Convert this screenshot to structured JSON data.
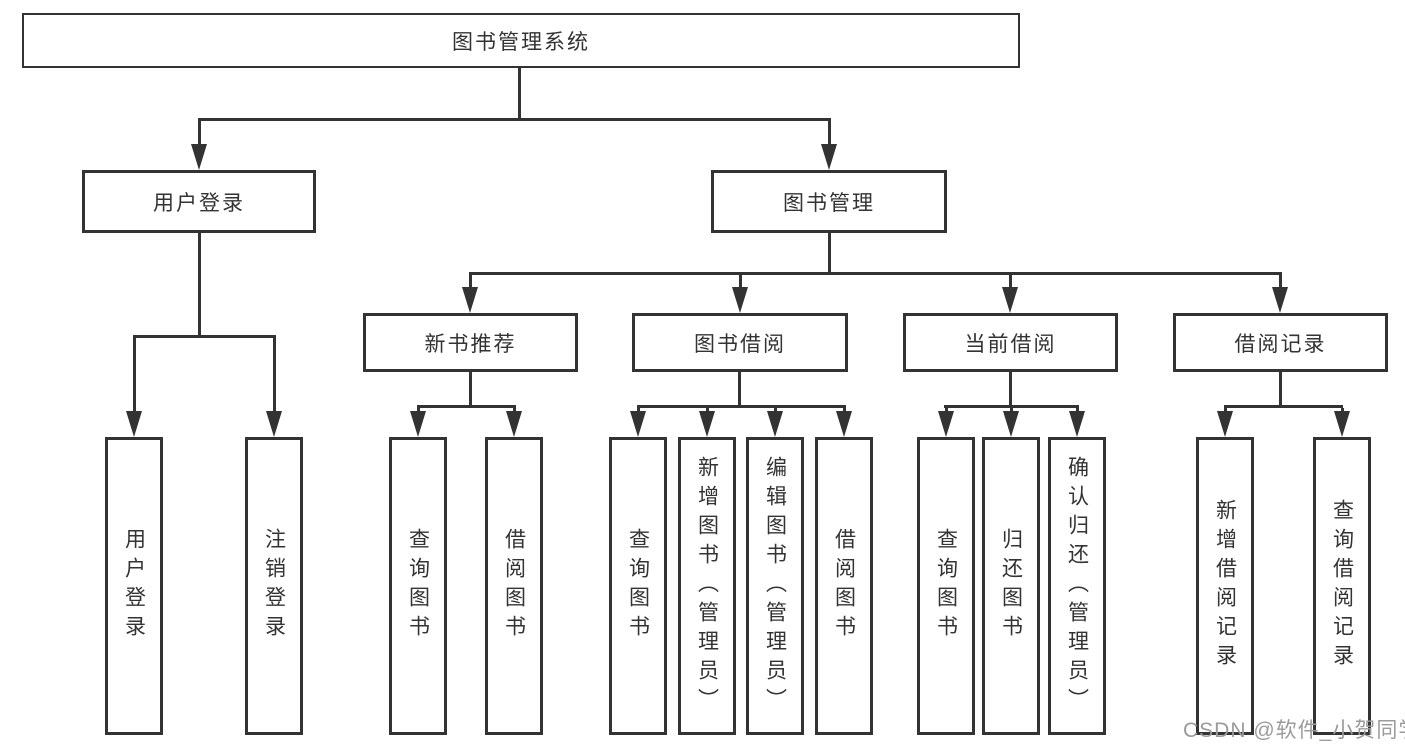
{
  "diagram": {
    "root": {
      "label": "图书管理系统"
    },
    "branches": [
      {
        "label": "用户登录",
        "leaves": [
          "用户登录",
          "注销登录"
        ]
      },
      {
        "label": "图书管理",
        "sections": [
          {
            "label": "新书推荐",
            "leaves": [
              "查询图书",
              "借阅图书"
            ]
          },
          {
            "label": "图书借阅",
            "leaves": [
              "查询图书",
              "新增图书（管理员）",
              "编辑图书（管理员）",
              "借阅图书"
            ]
          },
          {
            "label": "当前借阅",
            "leaves": [
              "查询图书",
              "归还图书",
              "确认归还（管理员）"
            ]
          },
          {
            "label": "借阅记录",
            "leaves": [
              "新增借阅记录",
              "查询借阅记录"
            ]
          }
        ]
      }
    ],
    "watermark": "CSDN @软件_小贺同学",
    "colors": {
      "line": "#333333",
      "text": "#333333",
      "watermark": "#9b9b9b",
      "background": "#ffffff"
    }
  }
}
